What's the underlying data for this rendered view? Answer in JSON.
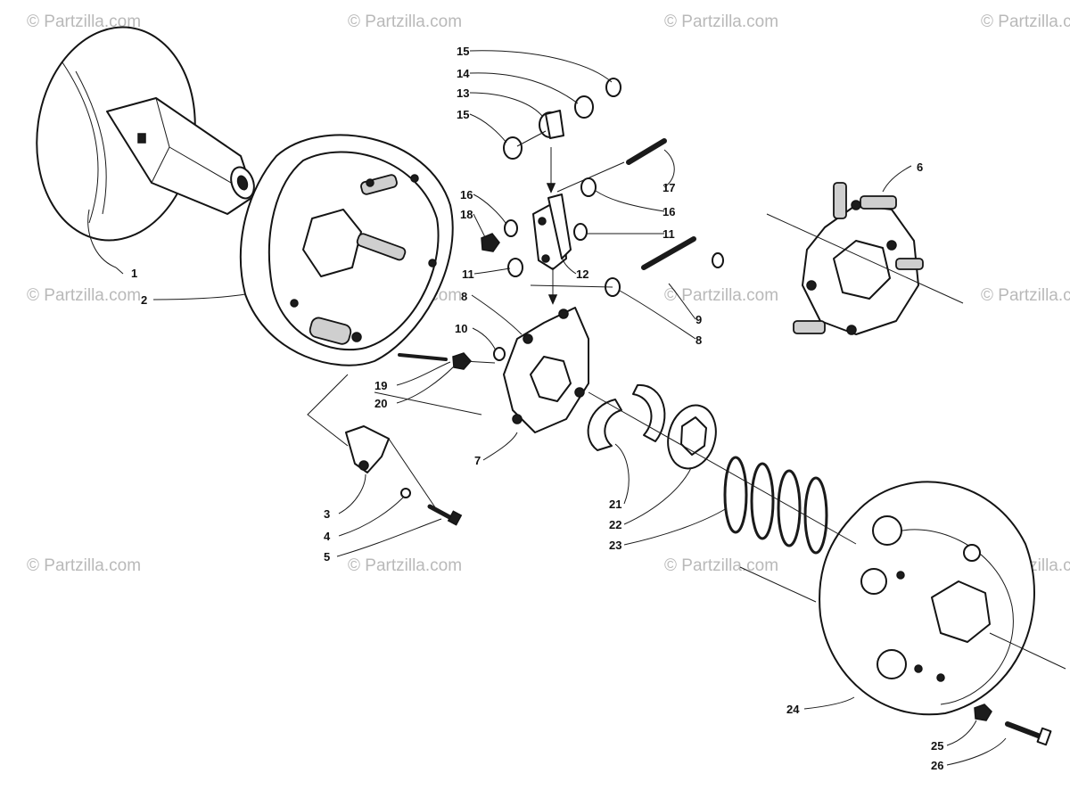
{
  "watermark": "© Partzilla.com",
  "callouts": [
    "1",
    "2",
    "3",
    "4",
    "5",
    "6",
    "7",
    "8",
    "9",
    "10",
    "11",
    "12",
    "13",
    "14",
    "15",
    "16",
    "17",
    "18",
    "19",
    "20",
    "21",
    "22",
    "23",
    "24",
    "25",
    "26"
  ],
  "colors": {
    "ink": "#141414",
    "watermark": "#b9b9b9",
    "background": "#ffffff"
  }
}
